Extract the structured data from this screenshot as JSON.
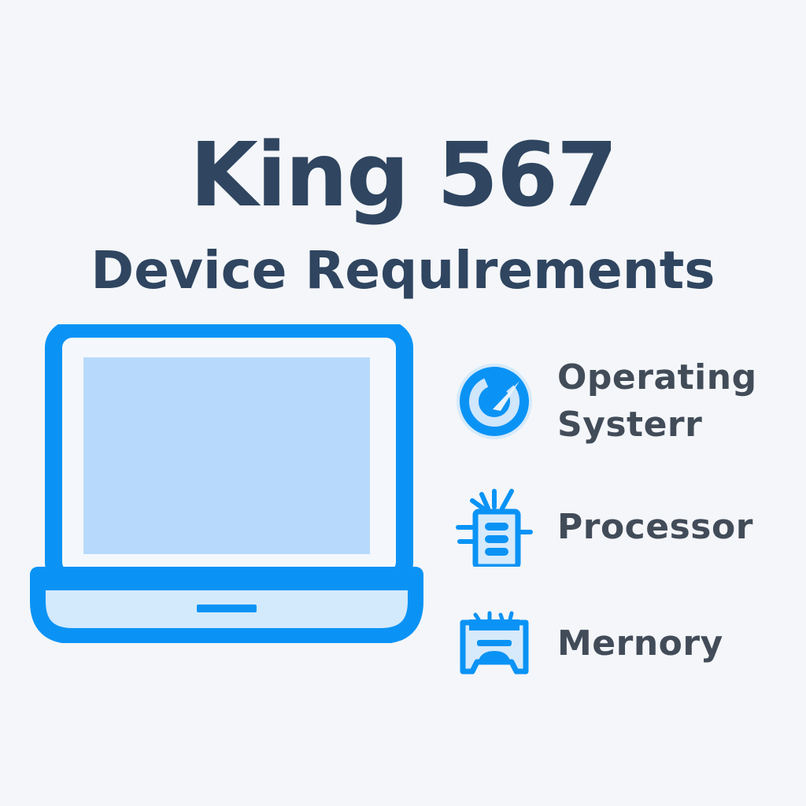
{
  "header": {
    "title": "King 567",
    "subtitle": "Device Requlrements"
  },
  "illustration": {
    "icon": "laptop-icon",
    "accent_color": "#0a93f5",
    "screen_color": "#b7dafc",
    "base_color": "#d3eafd"
  },
  "requirements": [
    {
      "icon": "operating-system-icon",
      "label_line1": "Operating",
      "label_line2": "Systerr"
    },
    {
      "icon": "processor-icon",
      "label": "Processor"
    },
    {
      "icon": "memory-icon",
      "label": "Mernory"
    }
  ],
  "colors": {
    "background": "#f4f6f9",
    "title_text": "#2f4560",
    "label_text": "#424c59",
    "accent": "#0a93f5"
  }
}
